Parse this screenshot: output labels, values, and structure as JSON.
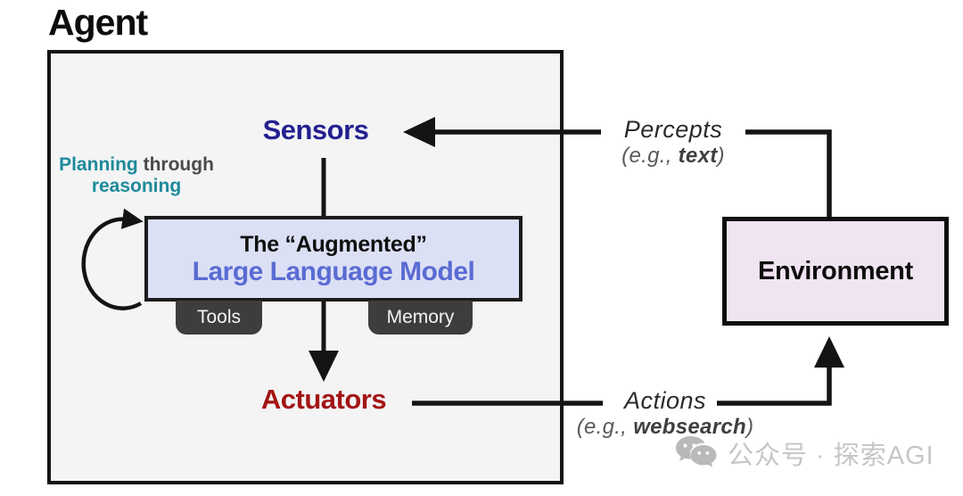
{
  "title": "Agent",
  "agent_box": {
    "sensors": "Sensors",
    "actuators": "Actuators",
    "planning": {
      "word1": "Planning",
      "word2": " through",
      "word3": "reasoning"
    },
    "llm": {
      "line1": "The “Augmented”",
      "line2": "Large Language Model"
    },
    "tabs": {
      "tools": "Tools",
      "memory": "Memory"
    }
  },
  "environment": {
    "label": "Environment"
  },
  "percepts": {
    "label": "Percepts",
    "eg_prefix": "(e.g., ",
    "eg_bold": "text",
    "eg_suffix": ")"
  },
  "actions": {
    "label": "Actions",
    "eg_prefix": "(e.g., ",
    "eg_bold": "websearch",
    "eg_suffix": ")"
  },
  "watermark": {
    "icon": "wechat-icon",
    "text": "公众号 · 探索AGI"
  },
  "colors": {
    "sensors_navy": "#23208f",
    "actuators_red": "#a31515",
    "planning_teal": "#1e8a9a",
    "planning_gray": "#4a4a4a",
    "llm_fill": "#dce0f5",
    "llm_text_blue": "#5a6bd3",
    "environment_fill": "#f0e4f3",
    "tab_bg": "#3d3d3d",
    "agent_fill": "#f4f4f5",
    "arrow_black": "#141414",
    "watermark_gray": "#c6c6c6"
  }
}
